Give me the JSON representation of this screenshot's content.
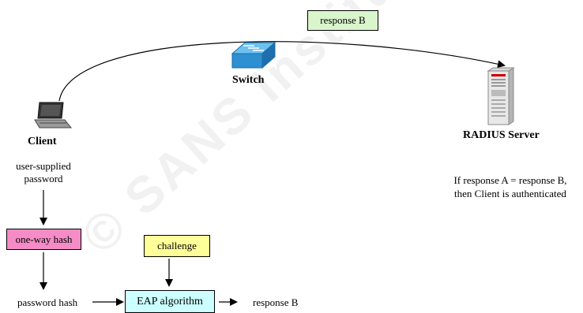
{
  "watermark": "© SANS Institute",
  "colors": {
    "response_box": "#d9f5cc",
    "hash_box": "#f58cc6",
    "challenge_box": "#ffff99",
    "eap_box": "#ccffff",
    "switch": "#2e8fd1"
  },
  "labels": {
    "response_top": "response B",
    "switch": "Switch",
    "client": "Client",
    "radius": "RADIUS Server",
    "user_password_line1": "user-supplied",
    "user_password_line2": "password",
    "one_way_hash": "one-way hash",
    "challenge": "challenge",
    "password_hash": "password hash",
    "eap_algorithm": "EAP algorithm",
    "response_bottom": "response B",
    "auth_line1": "If response A = response B,",
    "auth_line2": "then Client is authenticated"
  },
  "icons": {
    "client": "laptop-icon",
    "switch": "network-switch-icon",
    "server": "server-tower-icon"
  }
}
